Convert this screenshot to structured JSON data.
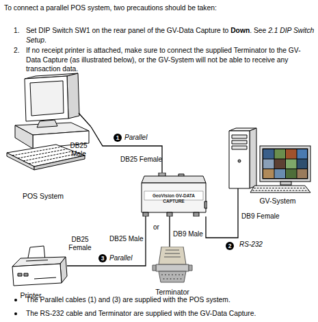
{
  "diagram": {
    "nodes": [
      {
        "text": [
          "POS System"
        ]
      },
      {
        "text": [
          "GeoVision GV-DATA CAPTURE"
        ]
      },
      {
        "text": [
          "GV-System"
        ]
      },
      {
        "text": [
          "Printer"
        ]
      },
      {
        "text": [
          "Terminator"
        ]
      }
    ],
    "edges": [
      {
        "from": 0,
        "to": 1,
        "label": "Parallel",
        "arrow": "none"
      },
      {
        "from": 1,
        "to": 2,
        "label": "RS-232",
        "arrow": "none"
      },
      {
        "from": 1,
        "to": 3,
        "label": "Parallel",
        "arrow": "none"
      },
      {
        "from": 1,
        "to": 4,
        "arrow": "none"
      }
    ],
    "labels": [
      "To connect a parallel POS system, two precautions should be taken:",
      "1.",
      "Set DIP Switch SW1 on the rear panel of the GV-Data Capture to",
      "Down",
      ". See",
      "2.1 DIP Switch Setup",
      ".",
      "2.",
      "If no receipt printer is attached, make sure to connect the supplied Terminator to the GV-Data Capture (as illustrated below), or the GV-System will not be able to receive any transaction data.",
      "DB25 Male",
      "1",
      "DB25 Female",
      "DB9 Female",
      "or",
      "DB25 Male",
      "DB9 Male",
      "2",
      "DB25 Female",
      "3",
      "The Parallel cables (1) and (3) are supplied with the POS system.",
      "The RS-232 cable and Terminator are supplied with the GV-Data Capture."
    ]
  }
}
